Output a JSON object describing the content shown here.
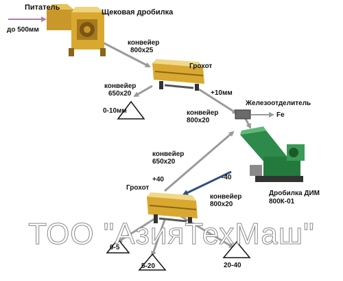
{
  "labels": {
    "feeder": "Питатель",
    "feed_size": "до 500мм",
    "jaw_crusher": "Щековая дробилка",
    "conveyor_1": "конвейер",
    "conveyor_1_size": "800х25",
    "screen_1": "Грохот",
    "conveyor_2": "конвейер",
    "conveyor_2_size": "650х20",
    "fraction_0_10": "0-10мм",
    "plus_10": "+10мм",
    "separator": "Железоотделитель",
    "fe": "Fe",
    "conveyor_3": "конвейер",
    "conveyor_3_size": "800х20",
    "conveyor_4": "конвейер",
    "conveyor_4_size": "650х20",
    "plus_40": "+40",
    "minus_40": "-40",
    "screen_2": "Грохот",
    "conveyor_5": "конвейер",
    "conveyor_5_size": "800х20",
    "crusher_dim": "Дробилка ДИМ",
    "crusher_dim_model": "800К-01",
    "fraction_0_5": "0-5",
    "fraction_5_20": "5-20",
    "fraction_20_40": "20-40"
  },
  "watermark": "ТОО \"АзияТехМаш\"",
  "colors": {
    "arrow": "#9a9a9a",
    "arrow_dark": "#2f4f7f",
    "feeder_arrow": "#b87aa6",
    "machine_yellow": "#d9a830",
    "machine_green": "#2e8a4a",
    "separator_gray": "#6b6b6b"
  }
}
